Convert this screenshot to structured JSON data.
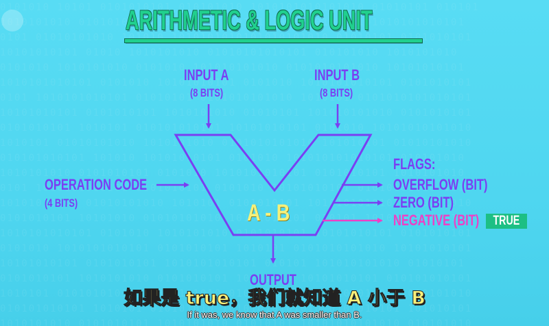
{
  "title": "ARITHMETIC & LOGIC UNIT",
  "inputs": {
    "a": {
      "label": "INPUT A",
      "bits": "(8 BITS)"
    },
    "b": {
      "label": "INPUT B",
      "bits": "(8 BITS)"
    }
  },
  "opcode": {
    "label": "OPERATION CODE",
    "bits": "(4 BITS)"
  },
  "alu": {
    "operation": "A - B"
  },
  "flags": {
    "heading": "FLAGS:",
    "overflow": "OVERFLOW (BIT)",
    "zero": "ZERO (BIT)",
    "negative": "NEGATIVE (BIT)",
    "negative_value": "TRUE"
  },
  "output": {
    "label": "OUTPUT"
  },
  "subtitles": {
    "zh": "如果是 true，我们就知道 A 小于 B",
    "en": "If it was, we know that A was smaller than B."
  },
  "colors": {
    "purple": "#7a3ff2",
    "green": "#21d08e",
    "pink": "#ee3fc6",
    "background": "#52d8f0"
  }
}
